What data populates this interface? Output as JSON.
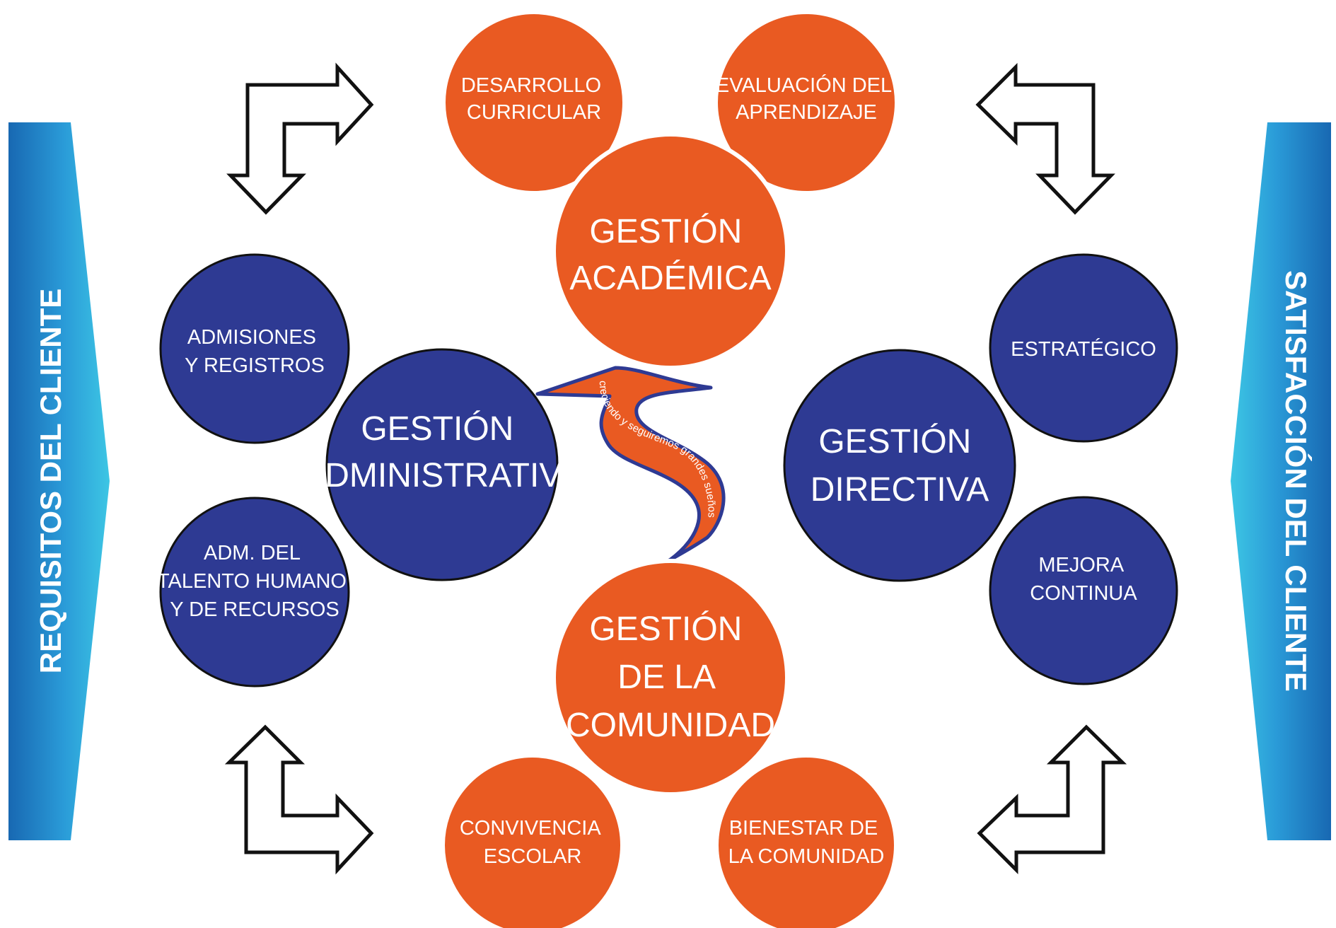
{
  "colors": {
    "orange": "#E95A22",
    "navy": "#2E3A93",
    "bar_dark": "#1B6BB4",
    "bar_light": "#3CC3E3",
    "outline": "#1A1A1A"
  },
  "side_bars": {
    "left": "REQUISITOS  DEL CLIENTE",
    "right": "SATISFACCIÓN DEL CLIENTE"
  },
  "academica": {
    "main": [
      "GESTIÓN",
      "ACADÉMICA"
    ],
    "sub1": [
      "DESARROLLO",
      "CURRICULAR"
    ],
    "sub2": [
      "EVALUACIÓN DEL",
      "APRENDIZAJE"
    ]
  },
  "administrativa": {
    "main": [
      "GESTIÓN",
      "ADMINISTRATIVA"
    ],
    "sub1": [
      "ADMISIONES",
      "Y REGISTROS"
    ],
    "sub2": [
      "ADM. DEL",
      "TALENTO HUMANO",
      "Y DE RECURSOS"
    ]
  },
  "directiva": {
    "main": [
      "GESTIÓN",
      "DIRECTIVA"
    ],
    "sub1": [
      "ESTRATÉGICO"
    ],
    "sub2": [
      "MEJORA",
      "CONTINUA"
    ]
  },
  "comunidad": {
    "main": [
      "GESTIÓN",
      "DE LA",
      "COMUNIDAD"
    ],
    "sub1": [
      "CONVIVENCIA",
      "ESCOLAR"
    ],
    "sub2": [
      "BIENESTAR DE",
      "LA COMUNIDAD"
    ]
  },
  "center_arrow_text": "creciendo y seguiremos grandes sueños",
  "connector_icons": [
    "corner-arrow-top-left-icon",
    "corner-arrow-top-right-icon",
    "corner-arrow-bottom-left-icon",
    "corner-arrow-bottom-right-icon"
  ]
}
